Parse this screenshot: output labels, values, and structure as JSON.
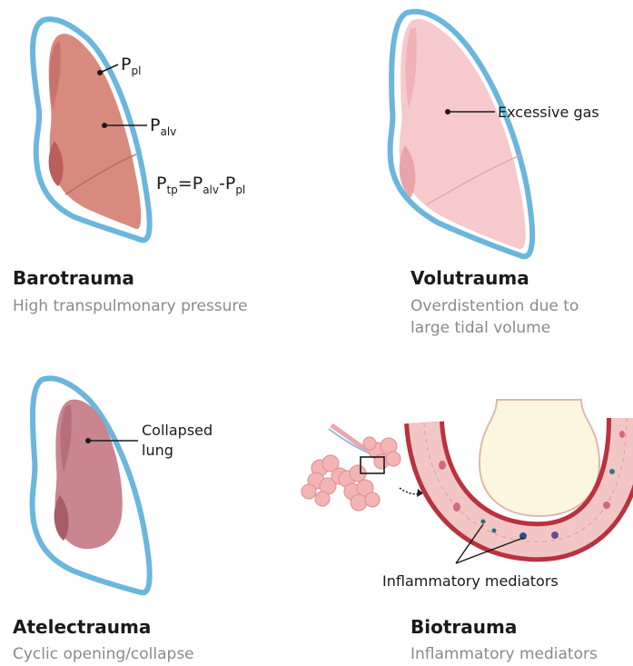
{
  "panels": {
    "barotrauma": {
      "title": "Barotrauma",
      "subtitle": "High transpulmonary pressure",
      "p_pl": {
        "base": "P",
        "sub": "pl"
      },
      "p_alv": {
        "base": "P",
        "sub": "alv"
      },
      "equation": {
        "p1": "P",
        "s1": "tp",
        "eq": "=P",
        "s2": "alv",
        "minus": "-P",
        "s3": "pl"
      }
    },
    "volutrauma": {
      "title": "Volutrauma",
      "subtitle_line1": "Overdistention due to",
      "subtitle_line2": "large tidal volume",
      "label": "Excessive gas"
    },
    "atelectrauma": {
      "title": "Atelectrauma",
      "subtitle": "Cyclic opening/collapse",
      "label_line1": "Collapsed",
      "label_line2": "lung"
    },
    "biotrauma": {
      "title": "Biotrauma",
      "subtitle": "Inflammatory mediators",
      "label": "Inflammatory mediators"
    }
  },
  "colors": {
    "pleura": "#6bb6dd",
    "baro_lung": "#d98a7e",
    "volu_lung": "#f6c9cc",
    "atel_lung": "#c9868e",
    "vessel_wall": "#b8323f",
    "vessel_lumen": "#f2c6c4",
    "alveolus": "#fdf6de"
  }
}
